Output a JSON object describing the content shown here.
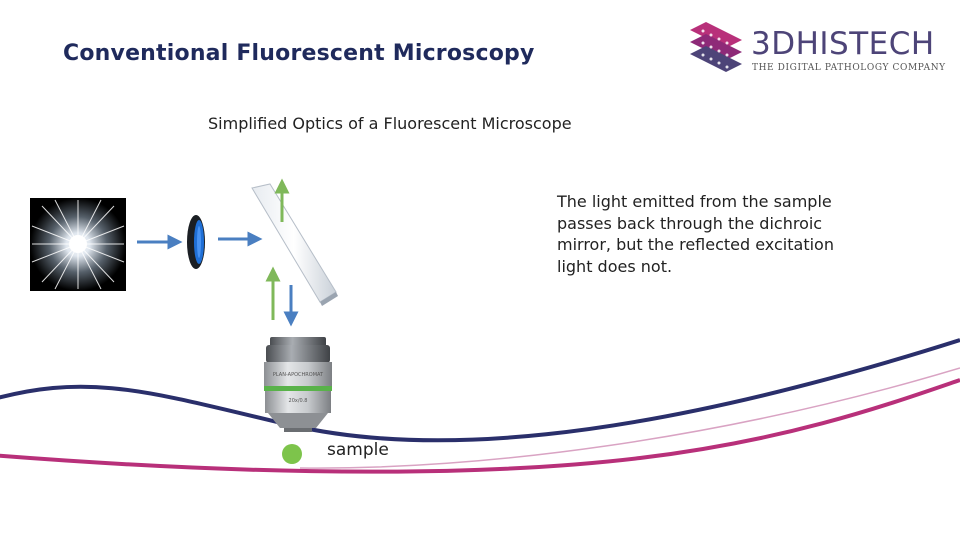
{
  "slide": {
    "title": "Conventional Fluorescent Microscopy",
    "subtitle": "Simplified Optics of a Fluorescent Microscope",
    "description": "The light emitted from the sample passes back through the dichroic mirror, but the reflected excitation light does not.",
    "sample_label": "sample"
  },
  "logo": {
    "name": "3DHISTECH",
    "tagline": "THE DIGITAL PATHOLOGY COMPANY"
  },
  "diagram": {
    "components": [
      "light-source",
      "excitation-filter",
      "dichroic-mirror",
      "objective-lens",
      "sample"
    ],
    "colors": {
      "excitation_arrow": "#4a7fc1",
      "emission_arrow": "#7fb85a",
      "sample": "#7dc44b",
      "swoosh_navy": "#2a2f6b",
      "swoosh_magenta": "#b8307a",
      "title": "#1f2a5c"
    }
  }
}
